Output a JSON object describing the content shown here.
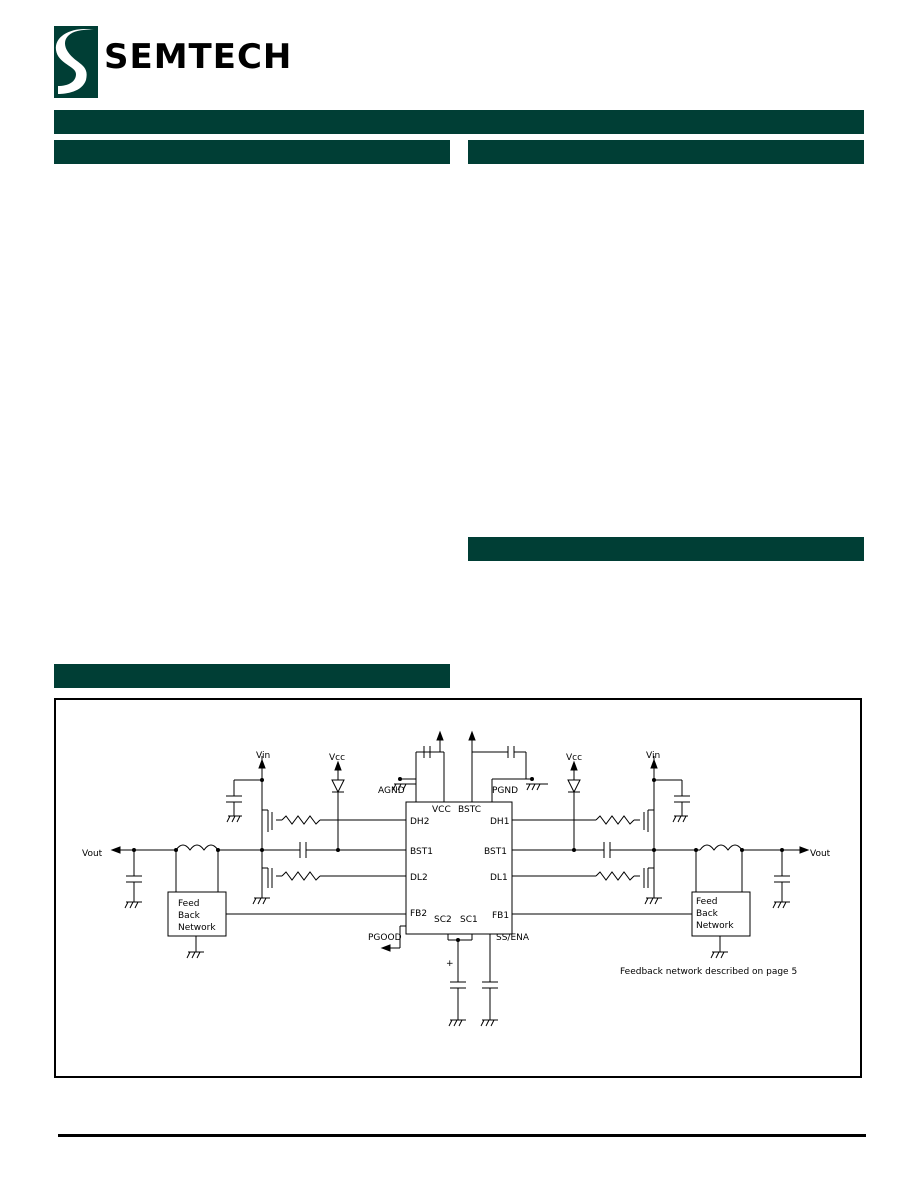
{
  "brand": {
    "name": "SEMTECH",
    "logo_icon": "semtech-s-logo",
    "color": "#003e35"
  },
  "circuit": {
    "chip_pins_top": [
      "VCC",
      "BSTC"
    ],
    "chip_pins_left": [
      "DH2",
      "BST1",
      "DL2",
      "FB2"
    ],
    "chip_pins_right": [
      "DH1",
      "BST1",
      "DL1",
      "FB1"
    ],
    "chip_pins_bottom": [
      "SC2",
      "SC1"
    ],
    "agnd": "AGND",
    "pgnd": "PGND",
    "vin_left": "Vin",
    "vcc_left": "Vcc",
    "vcc_right": "Vcc",
    "vin_right": "Vin",
    "vout_left": "Vout",
    "vout_right": "Vout",
    "feedback_left": [
      "Feed",
      "Back",
      "Network"
    ],
    "feedback_right": [
      "Feed",
      "Back",
      "Network"
    ],
    "pgood": "PGOOD",
    "ss_ena": "SS/ENA",
    "cap_plus": "+",
    "note": "Feedback network described on page 5"
  }
}
